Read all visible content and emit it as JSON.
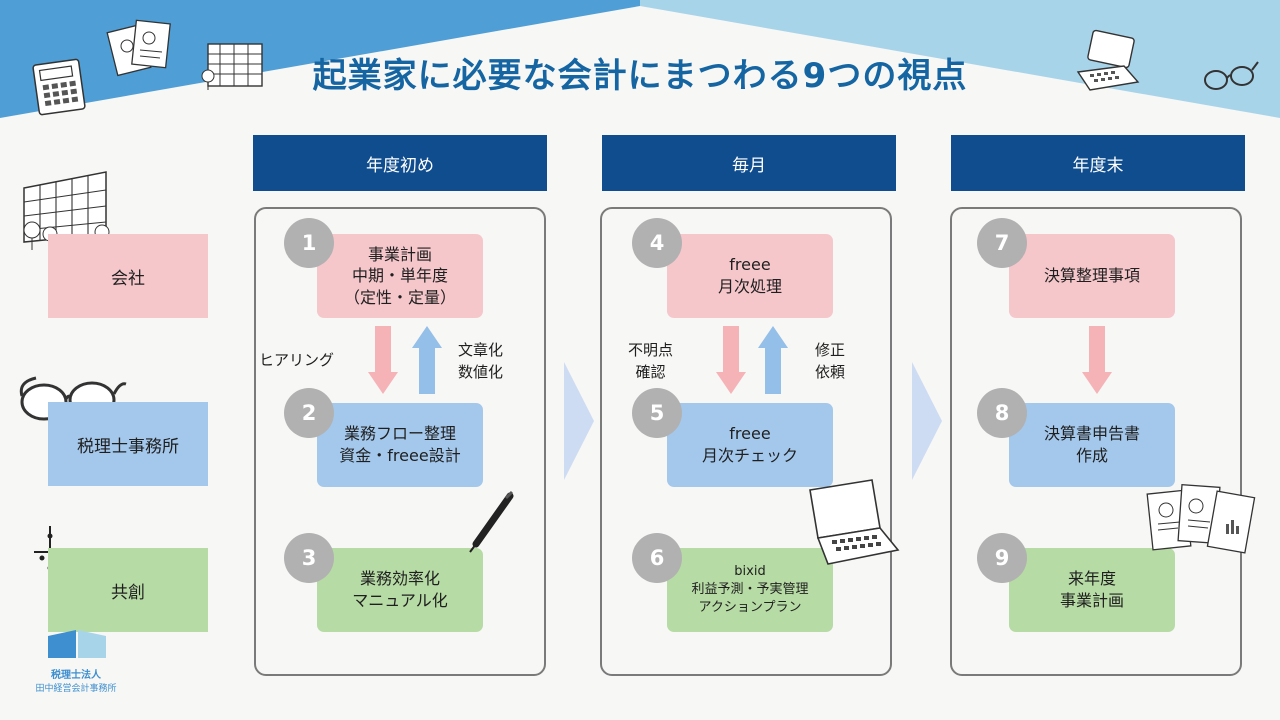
{
  "title": "起業家に必要な会計にまつわる9つの視点",
  "columns": [
    {
      "label": "年度初め"
    },
    {
      "label": "毎月"
    },
    {
      "label": "年度末"
    }
  ],
  "rows": [
    {
      "label": "会社"
    },
    {
      "label": "税理士事務所"
    },
    {
      "label": "共創"
    }
  ],
  "steps": [
    {
      "num": "1",
      "lines": [
        "事業計画",
        "中期・単年度",
        "（定性・定量）"
      ]
    },
    {
      "num": "2",
      "lines": [
        "業務フロー整理",
        "資金・freee設計"
      ]
    },
    {
      "num": "3",
      "lines": [
        "業務効率化",
        "マニュアル化"
      ]
    },
    {
      "num": "4",
      "lines": [
        "freee",
        "月次処理"
      ]
    },
    {
      "num": "5",
      "lines": [
        "freee",
        "月次チェック"
      ]
    },
    {
      "num": "6",
      "lines": [
        "bixid",
        "利益予測・予実管理",
        "アクションプラン"
      ]
    },
    {
      "num": "7",
      "lines": [
        "決算整理事項"
      ]
    },
    {
      "num": "8",
      "lines": [
        "決算書申告書",
        "作成"
      ]
    },
    {
      "num": "9",
      "lines": [
        "来年度",
        "事業計画"
      ]
    }
  ],
  "notes": {
    "hearing": "ヒアリング",
    "docs": [
      "文章化",
      "数値化"
    ],
    "unclear": [
      "不明点",
      "確認"
    ],
    "fix": [
      "修正",
      "依頼"
    ]
  },
  "logo": {
    "line1": "税理士法人",
    "line2": "田中経営会計事務所"
  },
  "colors": {
    "header": "#0f4d8f",
    "title": "#1565a3",
    "company": "#f5c7cb",
    "office": "#a4c8ec",
    "cocreate": "#b7dba5",
    "arrow_down": "#f5b3b8",
    "arrow_up": "#94bfe8",
    "chevron": "#cddcf3"
  },
  "icons": [
    "calculator-icon",
    "documents-icon",
    "building-icon",
    "laptop-icon",
    "glasses-icon",
    "pen-icon",
    "sparkle-icon"
  ]
}
